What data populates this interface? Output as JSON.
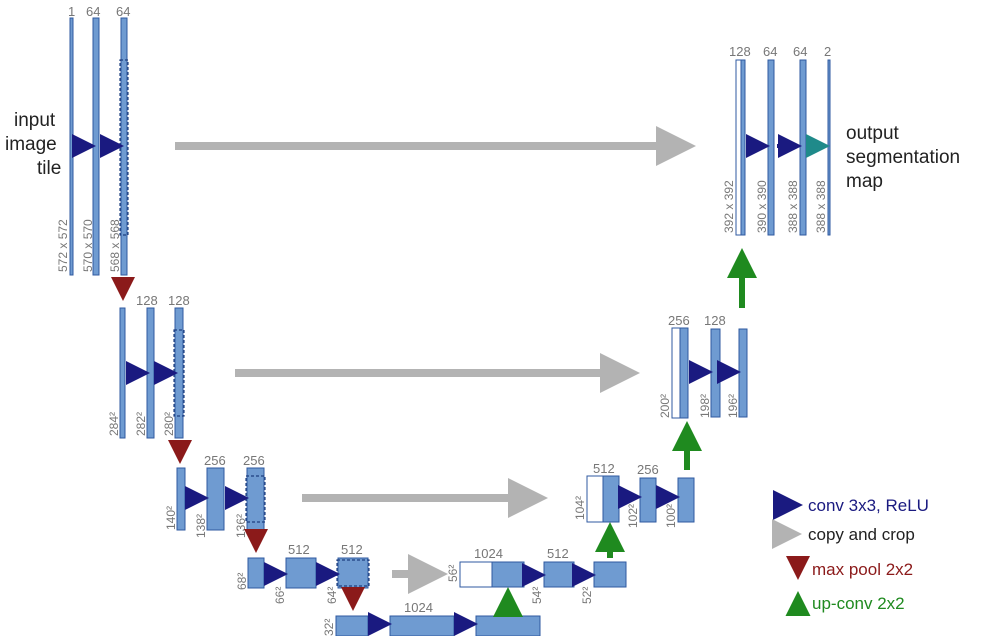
{
  "colors": {
    "block": "#6f9bd1",
    "block_border": "#2f5aa0",
    "conv": "#1a1a80",
    "copy": "#b3b3b3",
    "pool": "#8b1a1a",
    "upconv": "#1f8a1f",
    "output_arrow": "#1f8a8a"
  },
  "input_label": [
    "input",
    "image",
    "tile"
  ],
  "output_label": [
    "output",
    "segmentation",
    "map"
  ],
  "level1": {
    "ch": [
      "1",
      "64",
      "64"
    ],
    "sz": [
      "572 x 572",
      "570 x 570",
      "568 x 568"
    ]
  },
  "level2": {
    "ch": [
      "128",
      "128"
    ],
    "sz": [
      "284²",
      "282²",
      "280²"
    ]
  },
  "level3": {
    "ch": [
      "256",
      "256"
    ],
    "sz": [
      "140²",
      "138²",
      "136²"
    ]
  },
  "level4": {
    "ch": [
      "512",
      "512"
    ],
    "sz": [
      "68²",
      "66²",
      "64²"
    ]
  },
  "level5": {
    "ch": [
      "1024"
    ],
    "sz": [
      "32²"
    ]
  },
  "up4": {
    "ch": [
      "1024",
      "512"
    ],
    "sz": [
      "56²",
      "54²",
      "52²"
    ]
  },
  "up3": {
    "ch": [
      "512",
      "256"
    ],
    "sz": [
      "104²",
      "102²",
      "100²"
    ]
  },
  "up2": {
    "ch": [
      "256",
      "128"
    ],
    "sz": [
      "200²",
      "198²",
      "196²"
    ]
  },
  "up1": {
    "ch": [
      "128",
      "64",
      "64",
      "2"
    ],
    "sz": [
      "392 x 392",
      "390 x 390",
      "388 x 388",
      "388 x 388"
    ]
  },
  "legend": {
    "conv": "conv 3x3, ReLU",
    "copy": "copy and crop",
    "pool": "max pool 2x2",
    "upconv": "up-conv 2x2"
  }
}
